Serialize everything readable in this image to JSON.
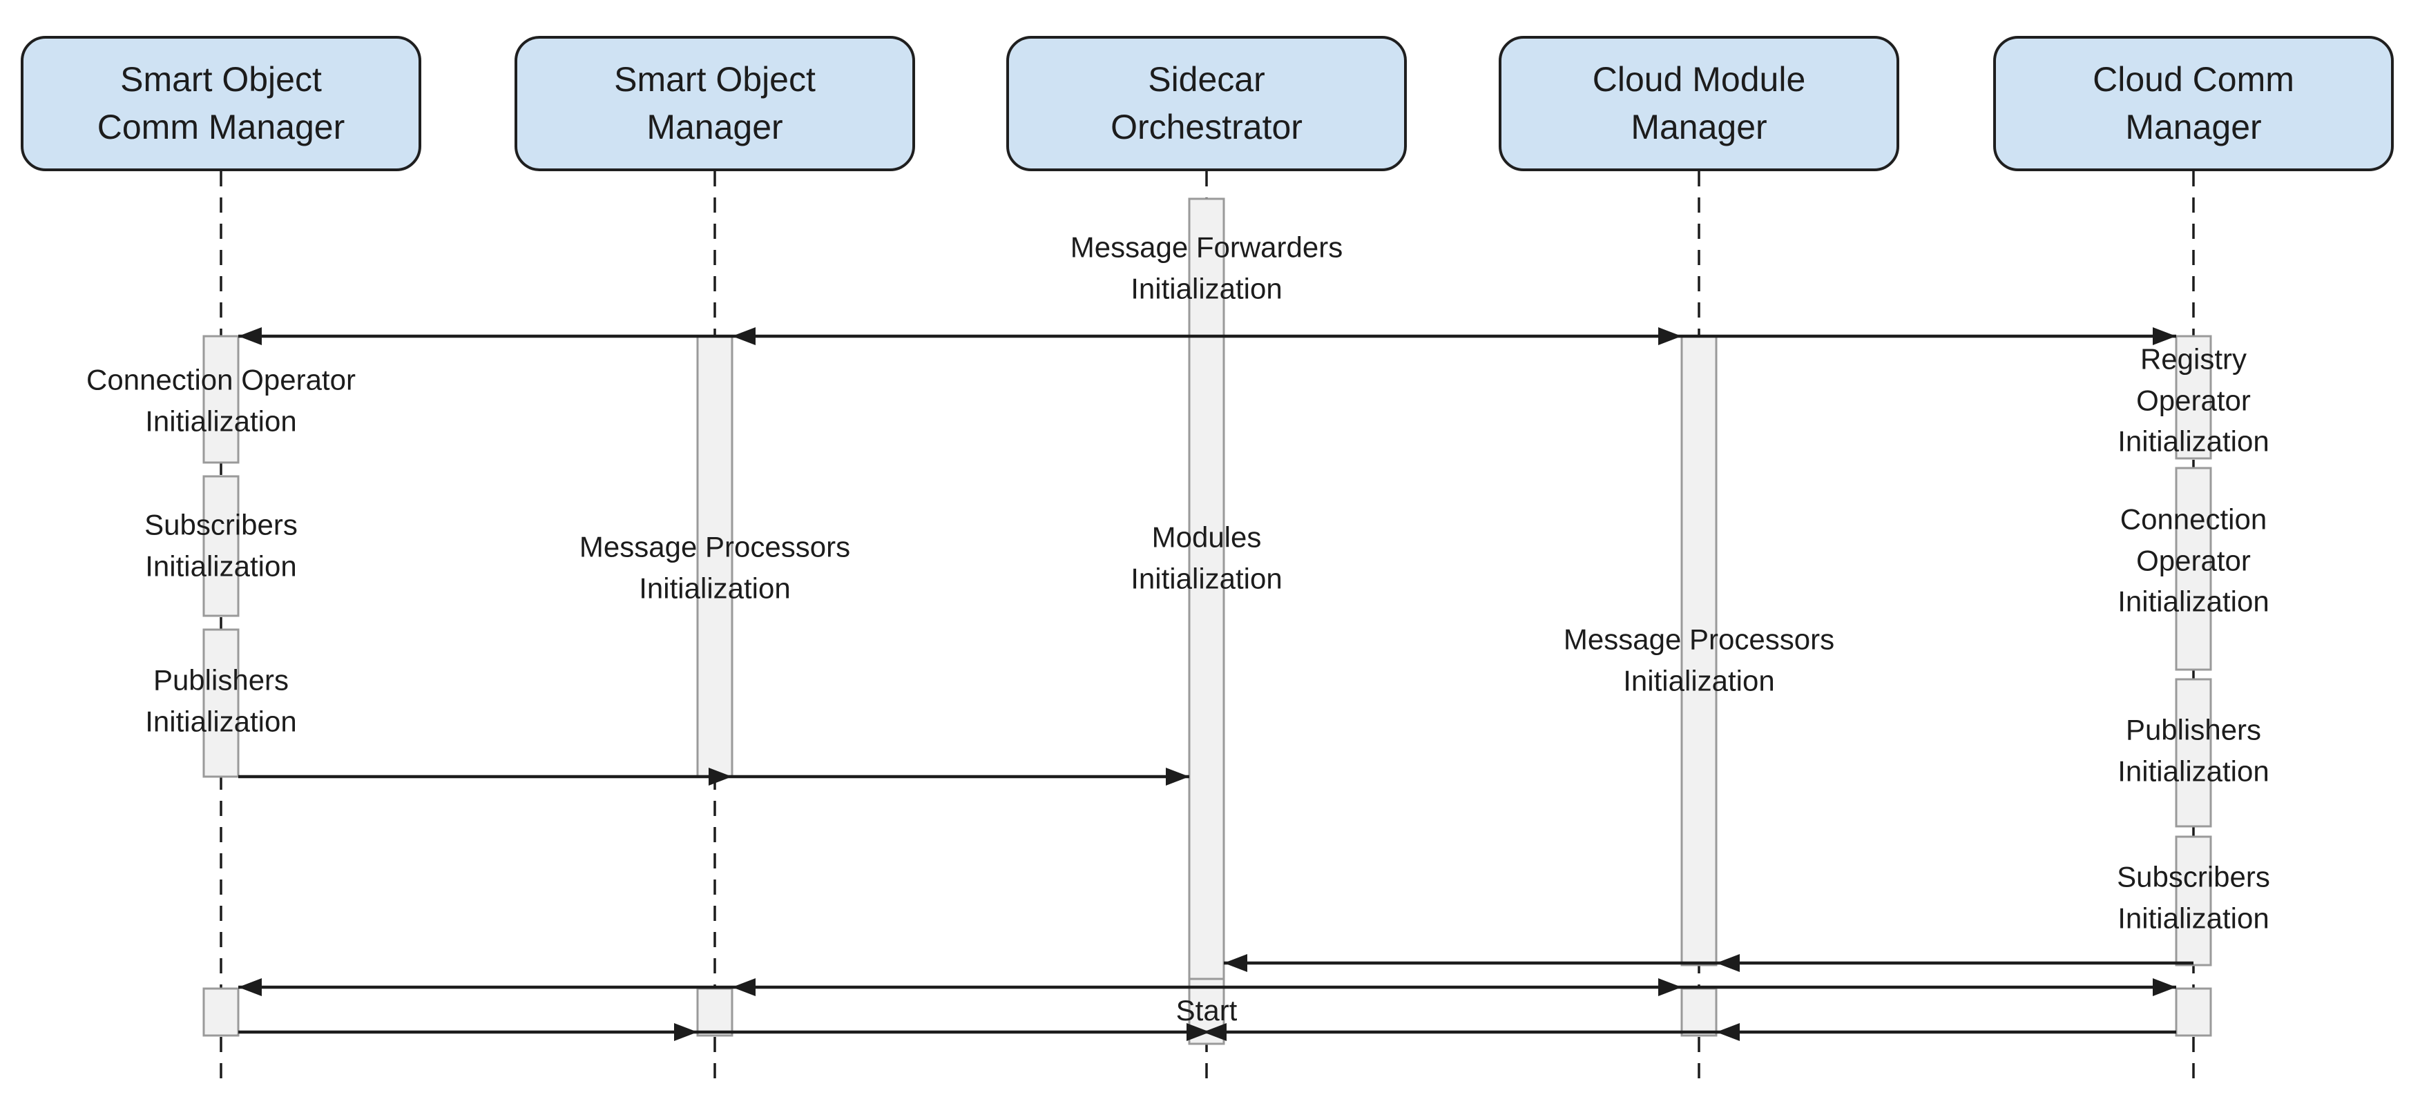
{
  "diagram_type": "uml-sequence-diagram",
  "participants": [
    {
      "name": "Smart Object\nComm Manager"
    },
    {
      "name": "Smart Object\nManager"
    },
    {
      "name": "Sidecar\nOrchestrator"
    },
    {
      "name": "Cloud Module\nManager"
    },
    {
      "name": "Cloud Comm\nManager"
    }
  ],
  "labels": {
    "message_forwarders_init": "Message Forwarders\nInitialization",
    "connection_operator_init_so": "Connection Operator\nInitialization",
    "subscribers_init_so": "Subscribers\nInitialization",
    "publishers_init_so": "Publishers\nInitialization",
    "message_processors_init_so": "Message Processors\nInitialization",
    "modules_init": "Modules\nInitialization",
    "message_processors_init_cloud": "Message Processors\nInitialization",
    "registry_operator_init": "Registry Operator\nInitialization",
    "connection_operator_init_cloud": "Connection Operator\nInitialization",
    "publishers_init_cloud": "Publishers\nInitialization",
    "subscribers_init_cloud": "Subscribers\nInitialization",
    "start": "Start"
  },
  "colors": {
    "participant_fill": "#cfe2f3",
    "participant_border": "#1f1f1f",
    "bar_fill": "#f1f1f1",
    "bar_border": "#9a9a9a",
    "line_color": "#1c1c1c",
    "text_color": "#1c1c1c",
    "background": "#ffffff"
  }
}
